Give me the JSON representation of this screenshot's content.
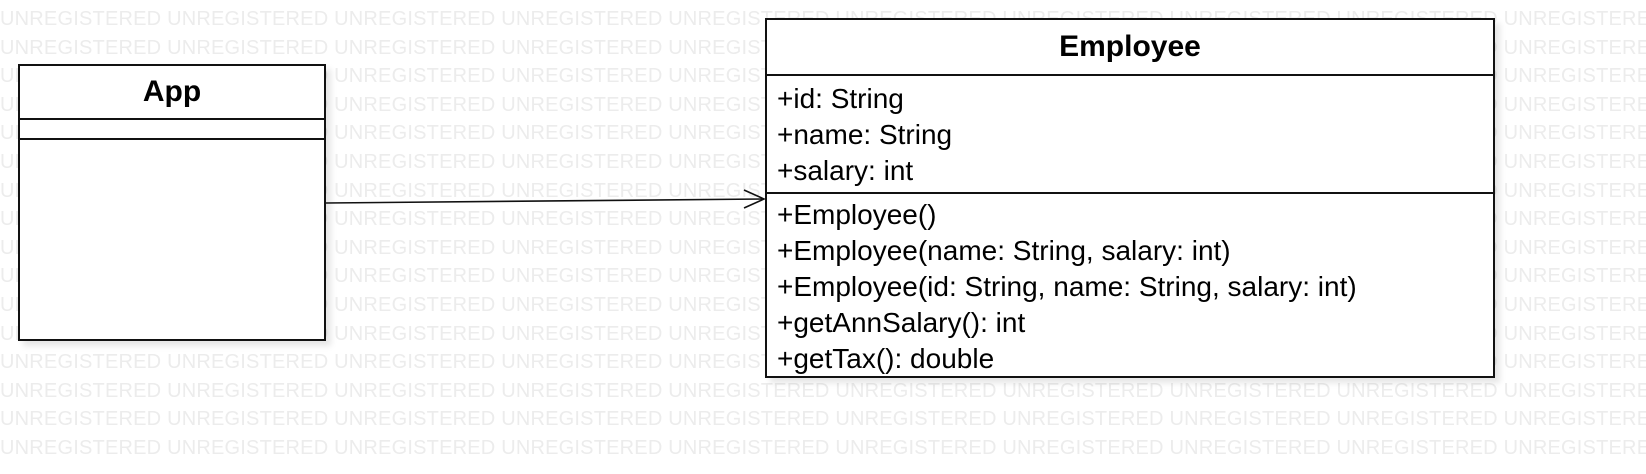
{
  "watermark": {
    "text": "UNREGISTERED"
  },
  "classes": {
    "app": {
      "name": "App",
      "attributes": [],
      "operations": []
    },
    "employee": {
      "name": "Employee",
      "attributes": [
        "+id: String",
        "+name: String",
        "+salary: int"
      ],
      "operations": [
        "+Employee()",
        "+Employee(name: String, salary: int)",
        "+Employee(id: String, name: String, salary: int)",
        "+getAnnSalary(): int",
        "+getTax(): double"
      ]
    }
  },
  "relationships": [
    {
      "type": "directed-association",
      "from": "App",
      "to": "Employee"
    }
  ],
  "colors": {
    "line": "#111111",
    "watermark": "#ececec",
    "background": "#ffffff"
  }
}
